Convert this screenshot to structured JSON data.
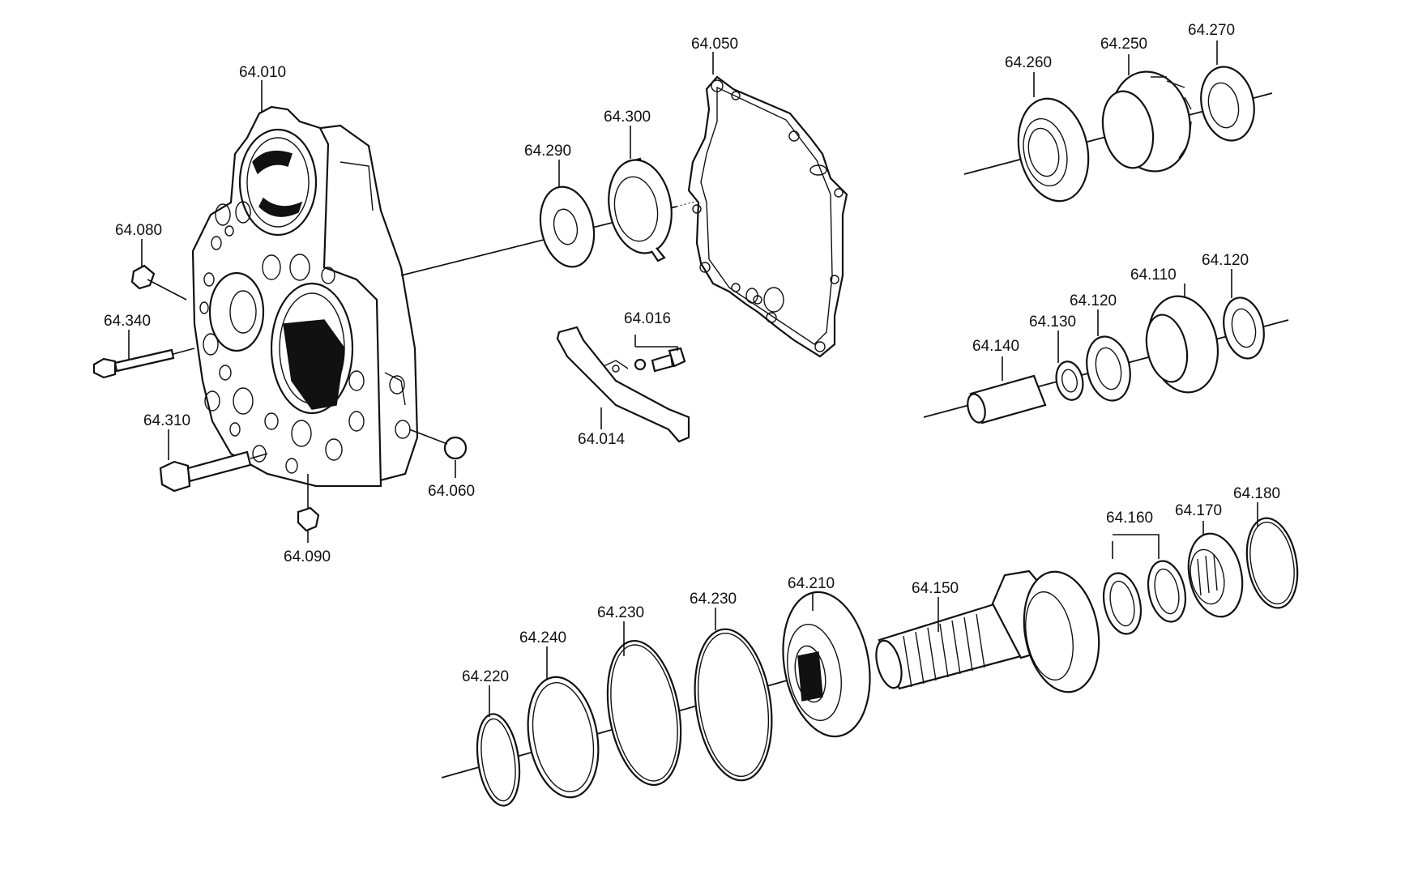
{
  "labels": {
    "l64010": "64.010",
    "l64050": "64.050",
    "l64300": "64.300",
    "l64290": "64.290",
    "l64080": "64.080",
    "l64340": "64.340",
    "l64310": "64.310",
    "l64090": "64.090",
    "l64060": "64.060",
    "l64016": "64.016",
    "l64014": "64.014",
    "l64260": "64.260",
    "l64250": "64.250",
    "l64270": "64.270",
    "l64140": "64.140",
    "l64130": "64.130",
    "l64120a": "64.120",
    "l64110": "64.110",
    "l64120b": "64.120",
    "l64220": "64.220",
    "l64240": "64.240",
    "l64230a": "64.230",
    "l64230b": "64.230",
    "l64210": "64.210",
    "l64150": "64.150",
    "l64160": "64.160",
    "l64170": "64.170",
    "l64180": "64.180"
  }
}
